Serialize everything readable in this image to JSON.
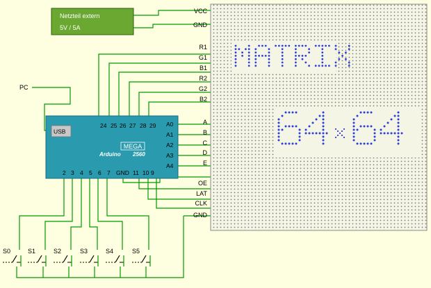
{
  "power_supply": {
    "line1": "Netzteil extern",
    "line2": "5V / 5A"
  },
  "pc_label": "PC",
  "arduino": {
    "usb_label": "USB",
    "brand": "MEGA",
    "model_name": "Arduino",
    "model_number": "2560",
    "top_pins": [
      "24",
      "25",
      "26",
      "27",
      "28",
      "29"
    ],
    "right_pins": [
      "A0",
      "A1",
      "A2",
      "A3",
      "A4"
    ],
    "bottom_pins": [
      "2",
      "3",
      "4",
      "5",
      "6",
      "7",
      "GND",
      "11",
      "10",
      "9"
    ]
  },
  "matrix_pins": [
    "VCC",
    "GND",
    "R1",
    "G1",
    "B1",
    "R2",
    "G2",
    "B2",
    "A",
    "B",
    "C",
    "D",
    "E",
    "OE",
    "LAT",
    "CLK",
    "GND"
  ],
  "matrix_title": "MATRIX",
  "matrix_size": [
    "64",
    "x",
    "64"
  ],
  "switches": [
    "S0",
    "S1",
    "S2",
    "S3",
    "S4",
    "S5"
  ],
  "colors": {
    "background": "#fefee0",
    "wire": "#009a00",
    "arduino_body": "#2a9aae",
    "power_supply": "#6aa832",
    "matrix_dots": "#7a7a7a",
    "matrix_text": "#2d3ed8"
  }
}
